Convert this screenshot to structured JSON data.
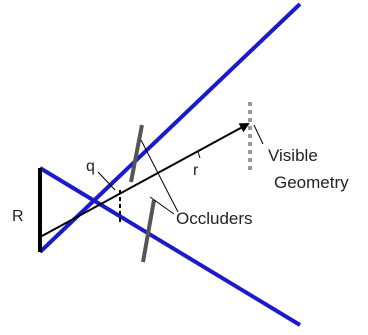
{
  "labels": {
    "R": "R",
    "q": "q",
    "r": "r",
    "visible_line1": "Visible",
    "visible_line2": "Geometry",
    "occluders": "Occluders"
  },
  "colors": {
    "frustum": "#1a1acc",
    "ray": "#000000",
    "occluder": "#555555",
    "geometry": "#999999",
    "text": "#222222"
  }
}
